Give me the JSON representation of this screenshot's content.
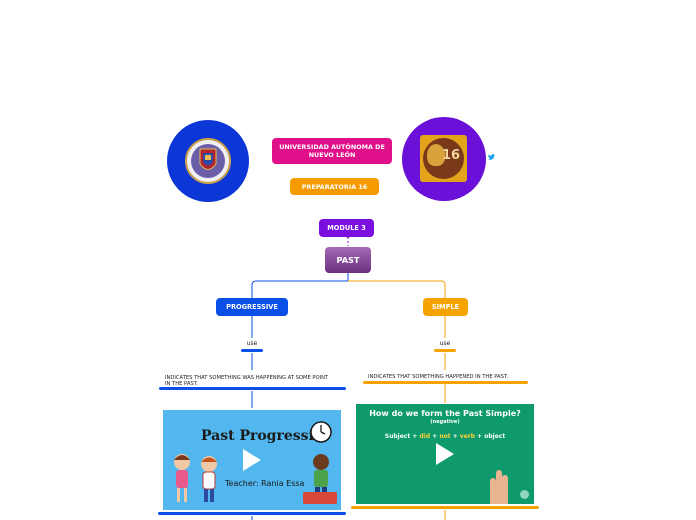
{
  "colors": {
    "university": "#e0108a",
    "prepa": "#f59a00",
    "module": "#7a0fe0",
    "past_top": "#a56ab5",
    "past_bottom": "#6b2f80",
    "progressive": "#0a4fe6",
    "simple": "#f5a300",
    "logo_circle": "#0c37d6",
    "logo2_circle": "#6a10d8"
  },
  "header": {
    "university": "UNIVERSIDAD AUTÓNOMA DE NUEVO LEÓN",
    "prepa": "PREPARATORIA 16",
    "logo_right_text": "16"
  },
  "map": {
    "module": "MODULE 3",
    "central": "PAST",
    "progressive": {
      "title": "PROGRESSIVE",
      "use": "use",
      "definition": "INDICATES THAT SOMETHING WAS HAPPENING AT SOME POINT IN THE PAST.",
      "video_title": "Past Progressive",
      "video_subtitle": "Teacher: Rania Essa"
    },
    "simple": {
      "title": "SIMPLE",
      "use": "use",
      "definition": "INDICATES THAT SOMETHING HAPPENED IN THE PAST.",
      "video_title": "How do we form the Past Simple?",
      "video_subtitle": "(negative)",
      "formula": [
        "Subject",
        "+",
        "did",
        "+",
        "not",
        "+",
        "verb",
        "+",
        "object"
      ]
    }
  }
}
